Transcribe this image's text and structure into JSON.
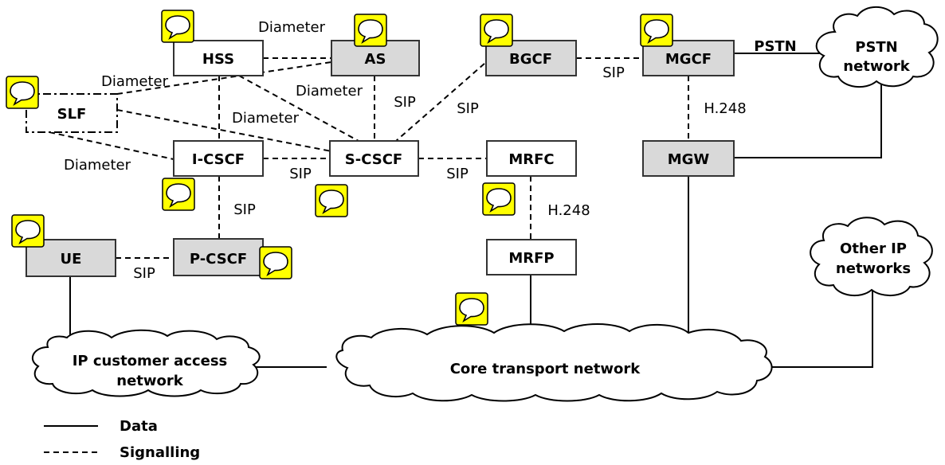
{
  "nodes": {
    "hss": "HSS",
    "as": "AS",
    "bgcf": "BGCF",
    "mgcf": "MGCF",
    "slf": "SLF",
    "icscf": "I-CSCF",
    "scscf": "S-CSCF",
    "mrfc": "MRFC",
    "mgw": "MGW",
    "ue": "UE",
    "pcscf": "P-CSCF",
    "mrfp": "MRFP"
  },
  "clouds": {
    "pstn": [
      "PSTN",
      "network"
    ],
    "other_ip": [
      "Other IP",
      "networks"
    ],
    "ip_access": [
      "IP customer access",
      "network"
    ],
    "core": [
      "Core transport network"
    ]
  },
  "link_labels": {
    "hss_as": "Diameter",
    "slf_hss": "Diameter",
    "as_scscf_diameter": "Diameter",
    "slf_scscf": "Diameter",
    "slf_icscf": "Diameter",
    "as_scscf_sip": "SIP",
    "bgcf_scscf": "SIP",
    "bgcf_mgcf": "SIP",
    "mgcf_pstn": "PSTN",
    "mgcf_mgw": "H.248",
    "icscf_scscf": "SIP",
    "scscf_mrfc": "SIP",
    "icscf_pcscf": "SIP",
    "mrfc_mrfp": "H.248",
    "ue_pcscf": "SIP"
  },
  "legend": {
    "data": "Data",
    "signalling": "Signalling"
  },
  "colors": {
    "white_node": "#ffffff",
    "grey_node": "#d9d9d9",
    "comment_icon": "#ffff00"
  }
}
